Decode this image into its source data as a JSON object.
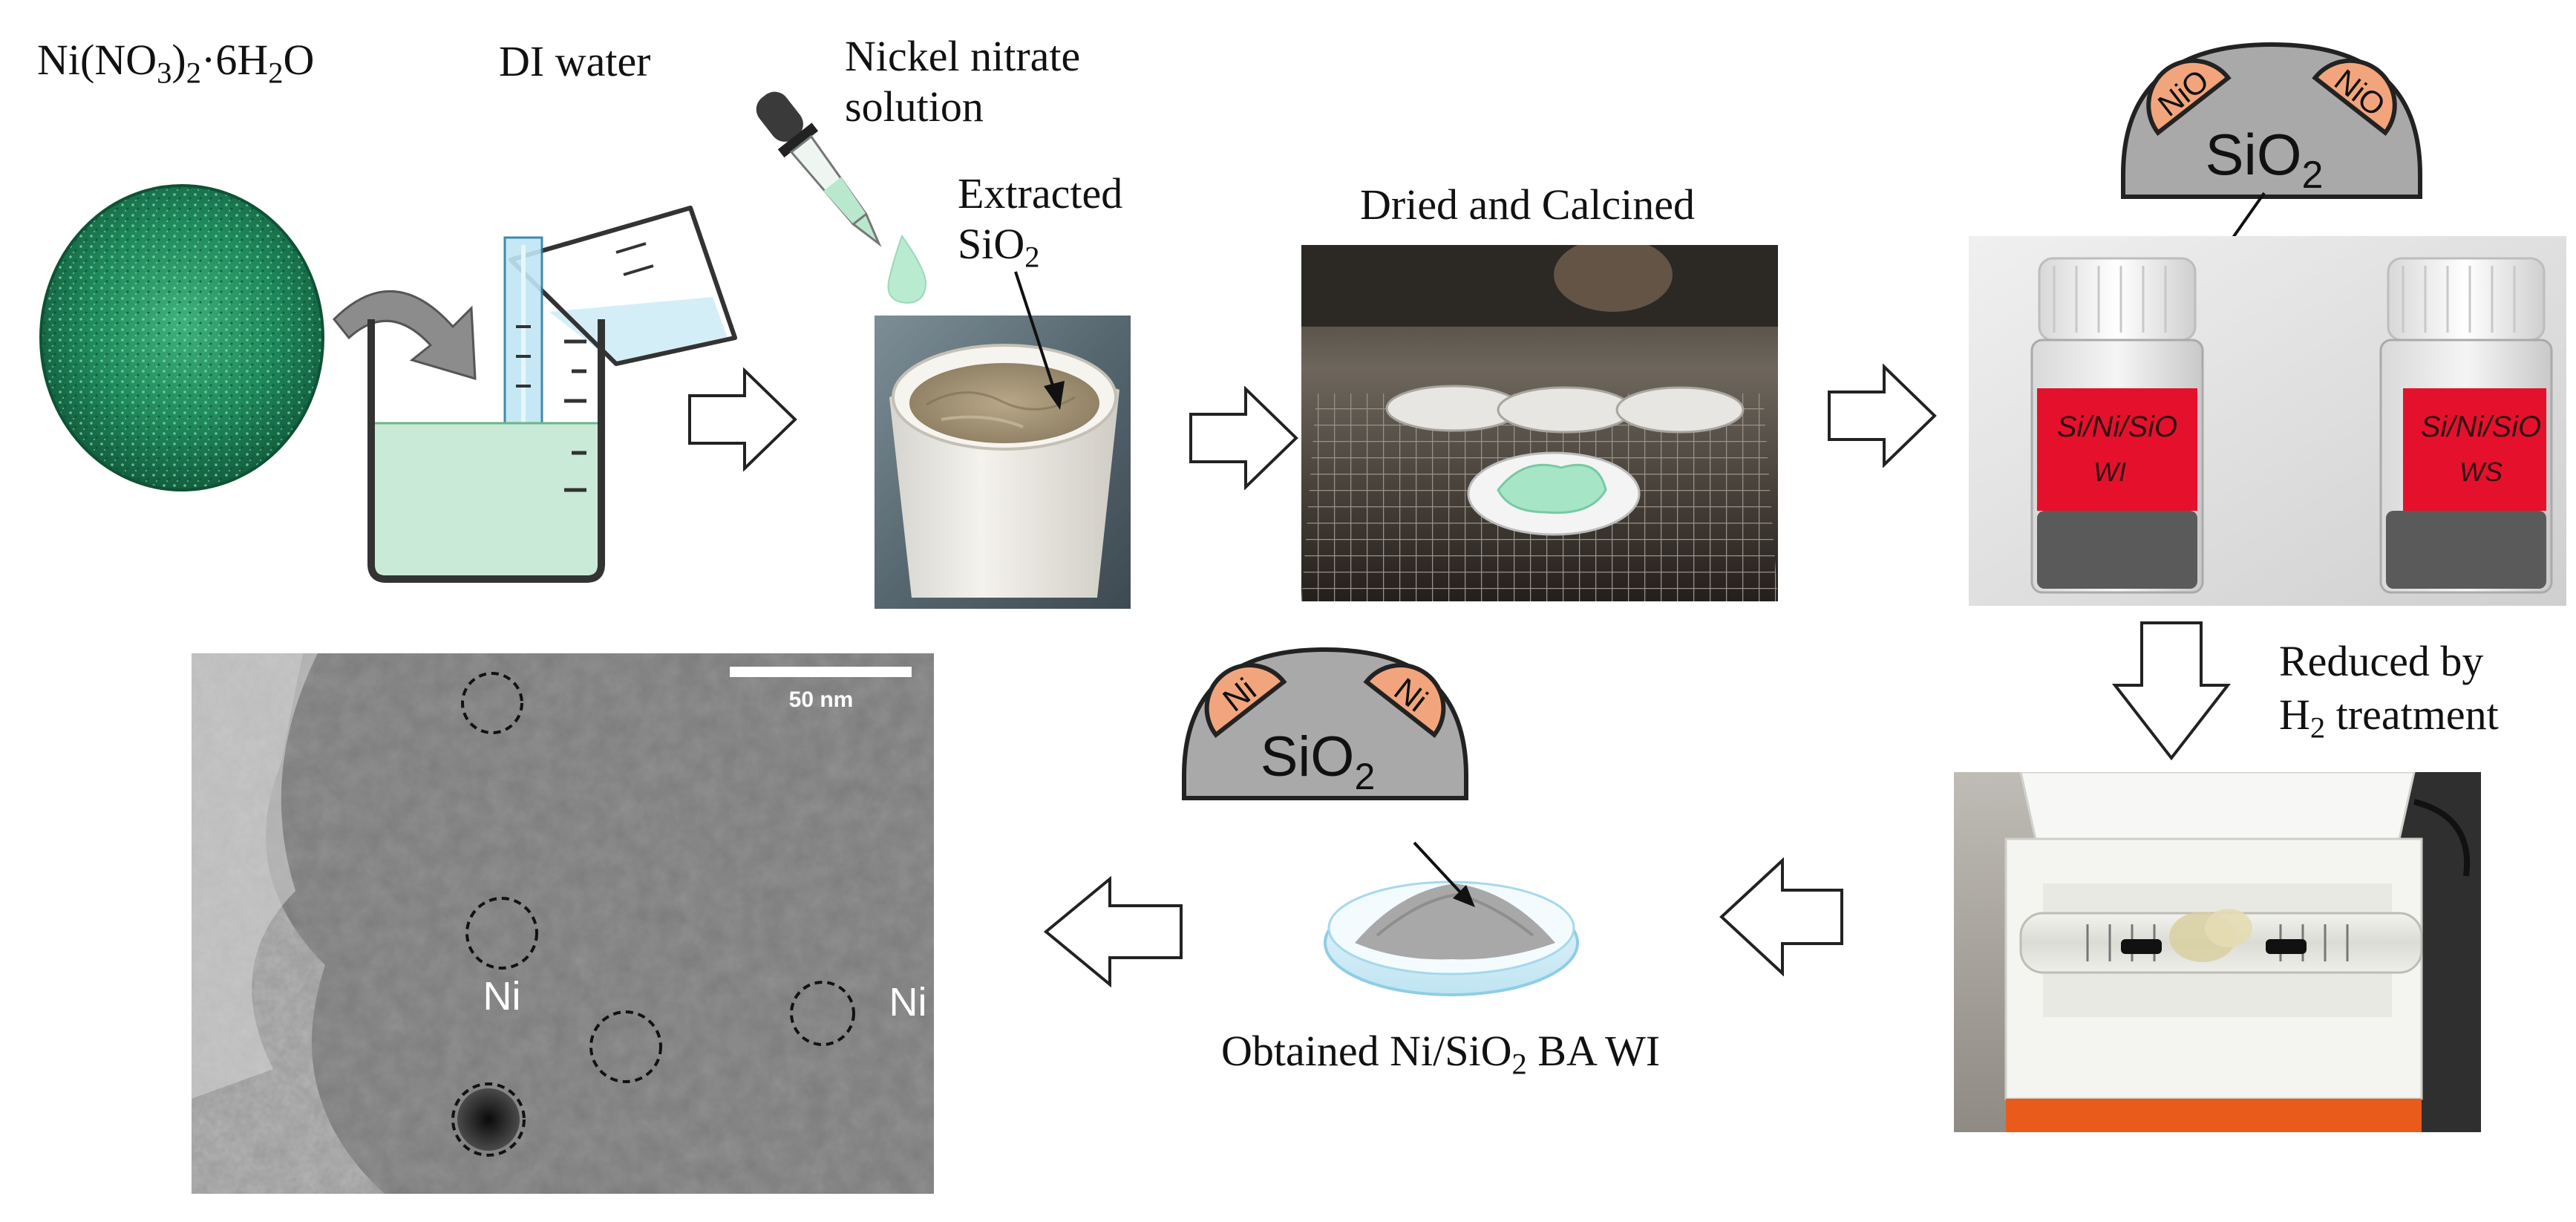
{
  "labels": {
    "nickel_salt": {
      "text": "Ni(NO",
      "sub1": "3",
      "mid": ")",
      "sub2": "2",
      "rest": "·6H",
      "sub3": "2",
      "tail": "O"
    },
    "di_water": "DI water",
    "nickel_nitrate_l1": "Nickel nitrate",
    "nickel_nitrate_l2": "solution",
    "extracted_l1": "Extracted",
    "extracted_sio2": "SiO",
    "extracted_sio2_sub": "2",
    "dried_calcined": "Dried and Calcined",
    "reduced_l1": "Reduced by",
    "reduced_h2": "H",
    "reduced_h2_sub": "2",
    "reduced_rest": " treatment",
    "obtained_pre": "Obtained Ni/SiO",
    "obtained_sub": "2",
    "obtained_post": " BA WI"
  },
  "schematic_nio": {
    "support": "SiO",
    "support_sub": "2",
    "particle_left": "NiO",
    "particle_right": "NiO"
  },
  "schematic_ni": {
    "support": "SiO",
    "support_sub": "2",
    "particle_left": "Ni",
    "particle_right": "Ni"
  },
  "vials": {
    "label_left_l1": "Si/Ni/SiO",
    "label_left_l2": "WI",
    "label_right_l1": "Si/Ni/SiO",
    "label_right_l2": "WS"
  },
  "tem": {
    "scale_label": "50 nm",
    "ni_label_left": "Ni",
    "ni_label_right": "Ni"
  },
  "colors": {
    "green_solution": "#c9ead6",
    "ni_particle": "#f2a57c",
    "support": "#a9a9a9",
    "vial_label": "#e5112c",
    "nickel_crystal": "#1f8a5c"
  }
}
